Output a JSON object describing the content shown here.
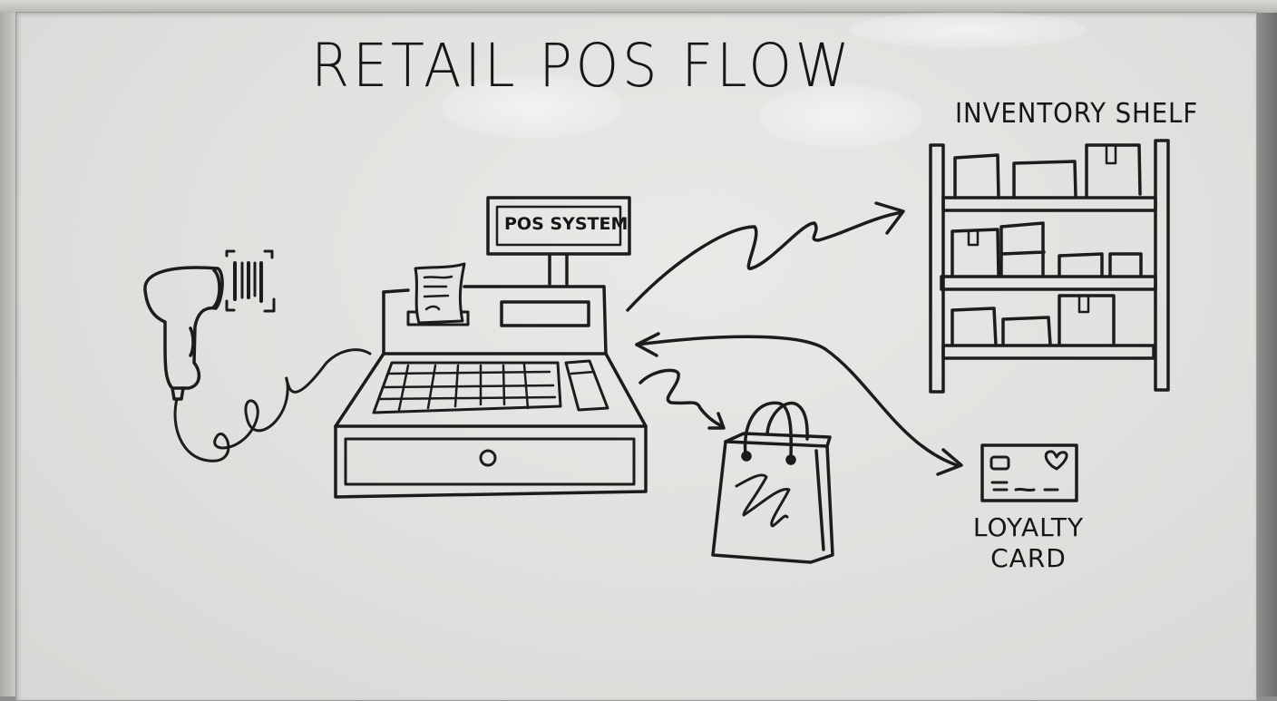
{
  "whiteboard": {
    "title": "RETAIL POS FLOW",
    "ink_color": "#1c1c1c",
    "board_color": "#e3e4e1",
    "frame_color": "#b9b9b6"
  },
  "nodes": {
    "scanner": {
      "label": "",
      "icon": "barcode-scanner-icon"
    },
    "barcode": {
      "label": "",
      "icon": "barcode-icon"
    },
    "pos_terminal": {
      "label": "POS SYSTEM",
      "icon": "cash-register-icon"
    },
    "receipt": {
      "icon": "receipt-icon"
    },
    "inventory": {
      "label": "INVENTORY SHELF",
      "icon": "shelf-icon"
    },
    "bag": {
      "label": "",
      "icon": "shopping-bag-icon"
    },
    "loyalty": {
      "label_line1": "LOYALTY",
      "label_line2": "CARD",
      "icon": "loyalty-card-icon"
    }
  },
  "edges": [
    {
      "from": "scanner",
      "to": "pos_terminal",
      "style": "coiled-cable"
    },
    {
      "from": "pos_terminal",
      "to": "inventory",
      "style": "squiggle-arrow"
    },
    {
      "from": "pos_terminal",
      "to": "bag",
      "style": "squiggle-arrow"
    },
    {
      "from": "pos_terminal",
      "to": "loyalty",
      "style": "double-headed-curve"
    }
  ]
}
